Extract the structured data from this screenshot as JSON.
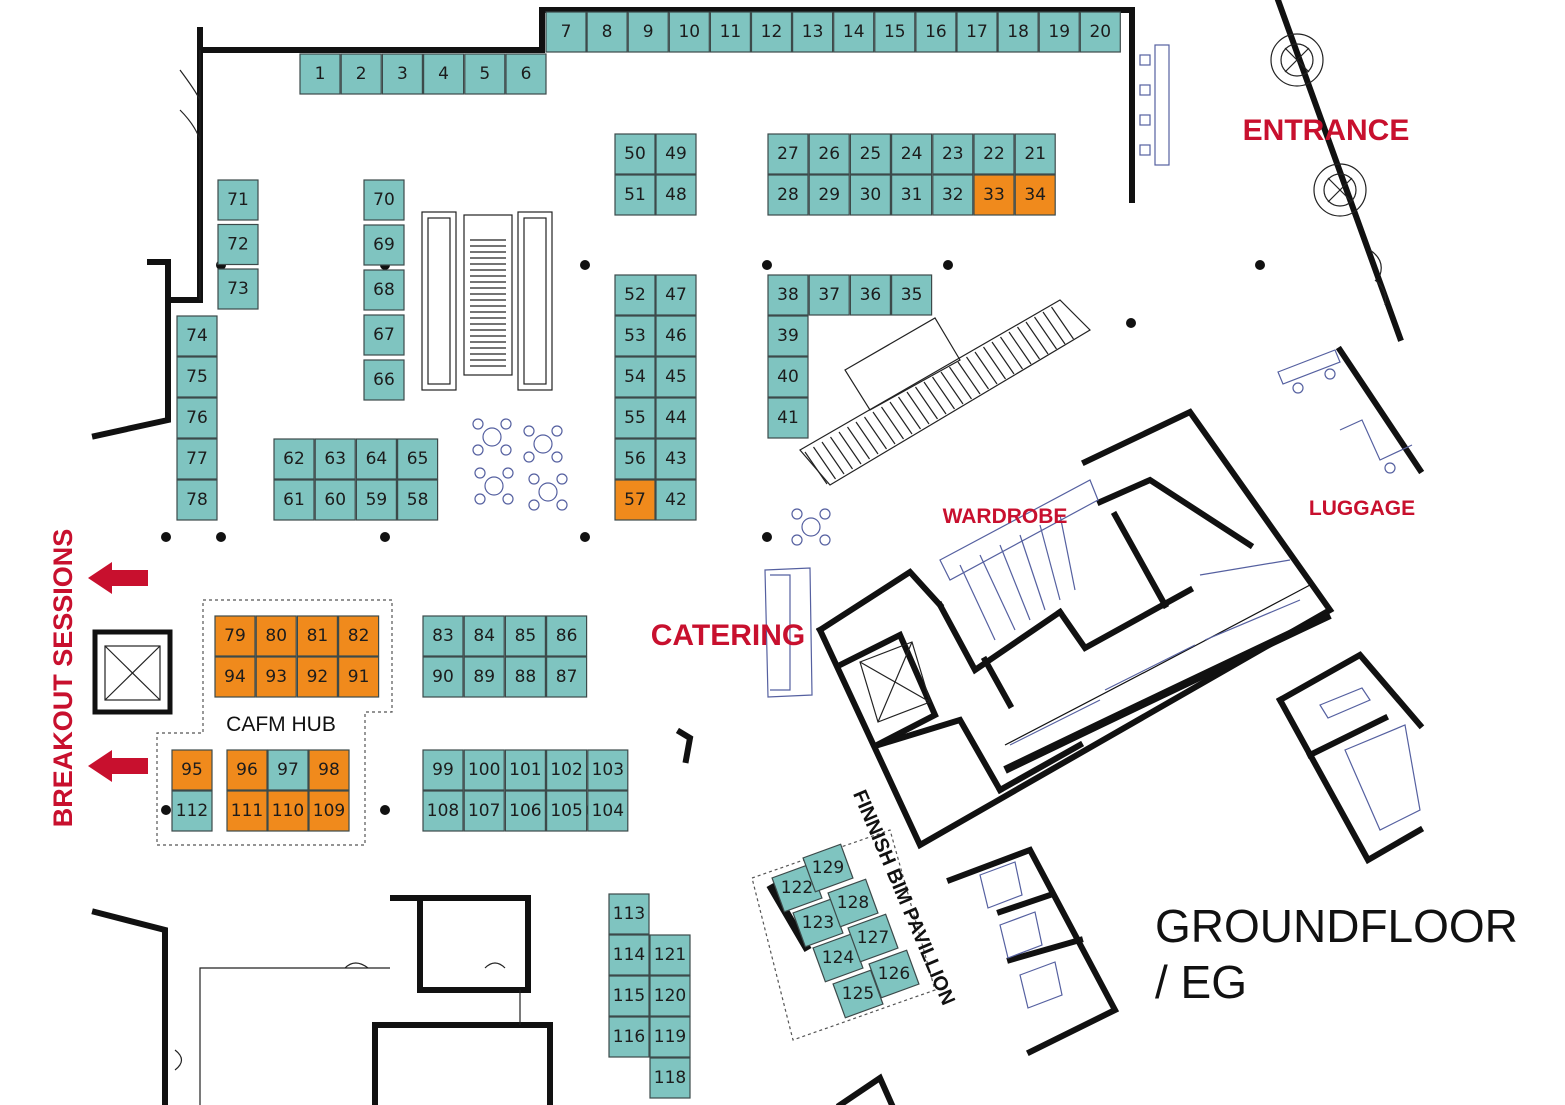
{
  "labels": {
    "entrance": "ENTRANCE",
    "wardrobe": "WARDROBE",
    "luggage": "LUGGAGE",
    "catering": "CATERING",
    "cafm_hub": "CAFM HUB",
    "breakout": "BREAKOUT SESSIONS",
    "pavilion": "FINNISH BIM PAVILLION",
    "floor_line1": "GROUNDFLOOR",
    "floor_line2": "/ EG"
  },
  "colors": {
    "booth": "#7fc4c0",
    "booth_reserved": "#f08a1c",
    "label_red": "#c8102e",
    "furniture": "#5560a0"
  },
  "booths": [
    {
      "id": "7",
      "reserved": false
    },
    {
      "id": "8",
      "reserved": false
    },
    {
      "id": "9",
      "reserved": false
    },
    {
      "id": "10",
      "reserved": false
    },
    {
      "id": "11",
      "reserved": false
    },
    {
      "id": "12",
      "reserved": false
    },
    {
      "id": "13",
      "reserved": false
    },
    {
      "id": "14",
      "reserved": false
    },
    {
      "id": "15",
      "reserved": false
    },
    {
      "id": "16",
      "reserved": false
    },
    {
      "id": "17",
      "reserved": false
    },
    {
      "id": "18",
      "reserved": false
    },
    {
      "id": "19",
      "reserved": false
    },
    {
      "id": "20",
      "reserved": false
    },
    {
      "id": "1",
      "reserved": false
    },
    {
      "id": "2",
      "reserved": false
    },
    {
      "id": "3",
      "reserved": false
    },
    {
      "id": "4",
      "reserved": false
    },
    {
      "id": "5",
      "reserved": false
    },
    {
      "id": "6",
      "reserved": false
    },
    {
      "id": "50",
      "reserved": false
    },
    {
      "id": "49",
      "reserved": false
    },
    {
      "id": "51",
      "reserved": false
    },
    {
      "id": "48",
      "reserved": false
    },
    {
      "id": "27",
      "reserved": false
    },
    {
      "id": "26",
      "reserved": false
    },
    {
      "id": "25",
      "reserved": false
    },
    {
      "id": "24",
      "reserved": false
    },
    {
      "id": "23",
      "reserved": false
    },
    {
      "id": "22",
      "reserved": false
    },
    {
      "id": "21",
      "reserved": false
    },
    {
      "id": "28",
      "reserved": false
    },
    {
      "id": "29",
      "reserved": false
    },
    {
      "id": "30",
      "reserved": false
    },
    {
      "id": "31",
      "reserved": false
    },
    {
      "id": "32",
      "reserved": false
    },
    {
      "id": "33",
      "reserved": true
    },
    {
      "id": "34",
      "reserved": true
    },
    {
      "id": "71",
      "reserved": false
    },
    {
      "id": "72",
      "reserved": false
    },
    {
      "id": "73",
      "reserved": false
    },
    {
      "id": "70",
      "reserved": false
    },
    {
      "id": "69",
      "reserved": false
    },
    {
      "id": "68",
      "reserved": false
    },
    {
      "id": "67",
      "reserved": false
    },
    {
      "id": "66",
      "reserved": false
    },
    {
      "id": "52",
      "reserved": false
    },
    {
      "id": "47",
      "reserved": false
    },
    {
      "id": "53",
      "reserved": false
    },
    {
      "id": "46",
      "reserved": false
    },
    {
      "id": "54",
      "reserved": false
    },
    {
      "id": "45",
      "reserved": false
    },
    {
      "id": "55",
      "reserved": false
    },
    {
      "id": "44",
      "reserved": false
    },
    {
      "id": "56",
      "reserved": false
    },
    {
      "id": "43",
      "reserved": false
    },
    {
      "id": "57",
      "reserved": true
    },
    {
      "id": "42",
      "reserved": false
    },
    {
      "id": "38",
      "reserved": false
    },
    {
      "id": "37",
      "reserved": false
    },
    {
      "id": "36",
      "reserved": false
    },
    {
      "id": "35",
      "reserved": false
    },
    {
      "id": "39",
      "reserved": false
    },
    {
      "id": "40",
      "reserved": false
    },
    {
      "id": "41",
      "reserved": false
    },
    {
      "id": "74",
      "reserved": false
    },
    {
      "id": "75",
      "reserved": false
    },
    {
      "id": "76",
      "reserved": false
    },
    {
      "id": "77",
      "reserved": false
    },
    {
      "id": "78",
      "reserved": false
    },
    {
      "id": "62",
      "reserved": false
    },
    {
      "id": "63",
      "reserved": false
    },
    {
      "id": "64",
      "reserved": false
    },
    {
      "id": "65",
      "reserved": false
    },
    {
      "id": "61",
      "reserved": false
    },
    {
      "id": "60",
      "reserved": false
    },
    {
      "id": "59",
      "reserved": false
    },
    {
      "id": "58",
      "reserved": false
    },
    {
      "id": "79",
      "reserved": true
    },
    {
      "id": "80",
      "reserved": true
    },
    {
      "id": "81",
      "reserved": true
    },
    {
      "id": "82",
      "reserved": true
    },
    {
      "id": "94",
      "reserved": true
    },
    {
      "id": "93",
      "reserved": true
    },
    {
      "id": "92",
      "reserved": true
    },
    {
      "id": "91",
      "reserved": true
    },
    {
      "id": "83",
      "reserved": false
    },
    {
      "id": "84",
      "reserved": false
    },
    {
      "id": "85",
      "reserved": false
    },
    {
      "id": "86",
      "reserved": false
    },
    {
      "id": "90",
      "reserved": false
    },
    {
      "id": "89",
      "reserved": false
    },
    {
      "id": "88",
      "reserved": false
    },
    {
      "id": "87",
      "reserved": false
    },
    {
      "id": "95",
      "reserved": true
    },
    {
      "id": "96",
      "reserved": true
    },
    {
      "id": "97",
      "reserved": false
    },
    {
      "id": "98",
      "reserved": true
    },
    {
      "id": "112",
      "reserved": false
    },
    {
      "id": "111",
      "reserved": true
    },
    {
      "id": "110",
      "reserved": true
    },
    {
      "id": "109",
      "reserved": true
    },
    {
      "id": "99",
      "reserved": false
    },
    {
      "id": "100",
      "reserved": false
    },
    {
      "id": "101",
      "reserved": false
    },
    {
      "id": "102",
      "reserved": false
    },
    {
      "id": "103",
      "reserved": false
    },
    {
      "id": "108",
      "reserved": false
    },
    {
      "id": "107",
      "reserved": false
    },
    {
      "id": "106",
      "reserved": false
    },
    {
      "id": "105",
      "reserved": false
    },
    {
      "id": "104",
      "reserved": false
    },
    {
      "id": "113",
      "reserved": false
    },
    {
      "id": "114",
      "reserved": false
    },
    {
      "id": "121",
      "reserved": false
    },
    {
      "id": "115",
      "reserved": false
    },
    {
      "id": "120",
      "reserved": false
    },
    {
      "id": "116",
      "reserved": false
    },
    {
      "id": "119",
      "reserved": false
    },
    {
      "id": "118",
      "reserved": false
    },
    {
      "id": "122",
      "reserved": false
    },
    {
      "id": "129",
      "reserved": false
    },
    {
      "id": "123",
      "reserved": false
    },
    {
      "id": "128",
      "reserved": false
    },
    {
      "id": "124",
      "reserved": false
    },
    {
      "id": "127",
      "reserved": false
    },
    {
      "id": "125",
      "reserved": false
    },
    {
      "id": "126",
      "reserved": false
    }
  ]
}
